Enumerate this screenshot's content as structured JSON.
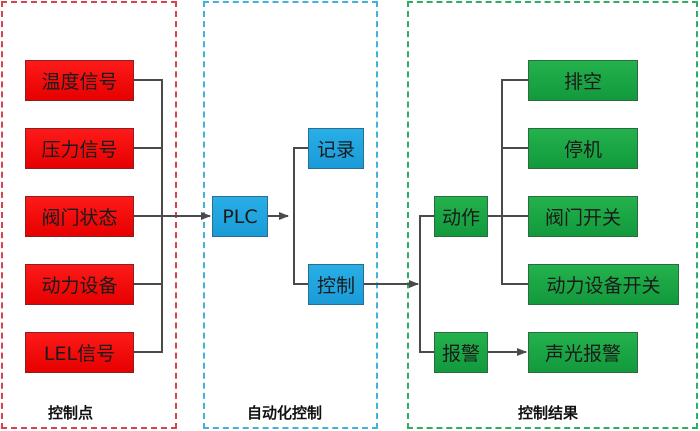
{
  "groups": {
    "control_points": {
      "label": "控制点",
      "items": [
        "温度信号",
        "压力信号",
        "阀门状态",
        "动力设备",
        "LEL信号"
      ]
    },
    "automation": {
      "label": "自动化控制",
      "plc": "PLC",
      "record": "记录",
      "control": "控制"
    },
    "results": {
      "label": "控制结果",
      "action": "动作",
      "alarm": "报警",
      "action_items": [
        "排空",
        "停机",
        "阀门开关",
        "动力设备开关"
      ],
      "alarm_item": "声光报警"
    }
  },
  "colors": {
    "control_points": "#ff0000",
    "automation": "#1ea4dd",
    "results": "#1aa645",
    "wire": "#4a4a4a"
  }
}
